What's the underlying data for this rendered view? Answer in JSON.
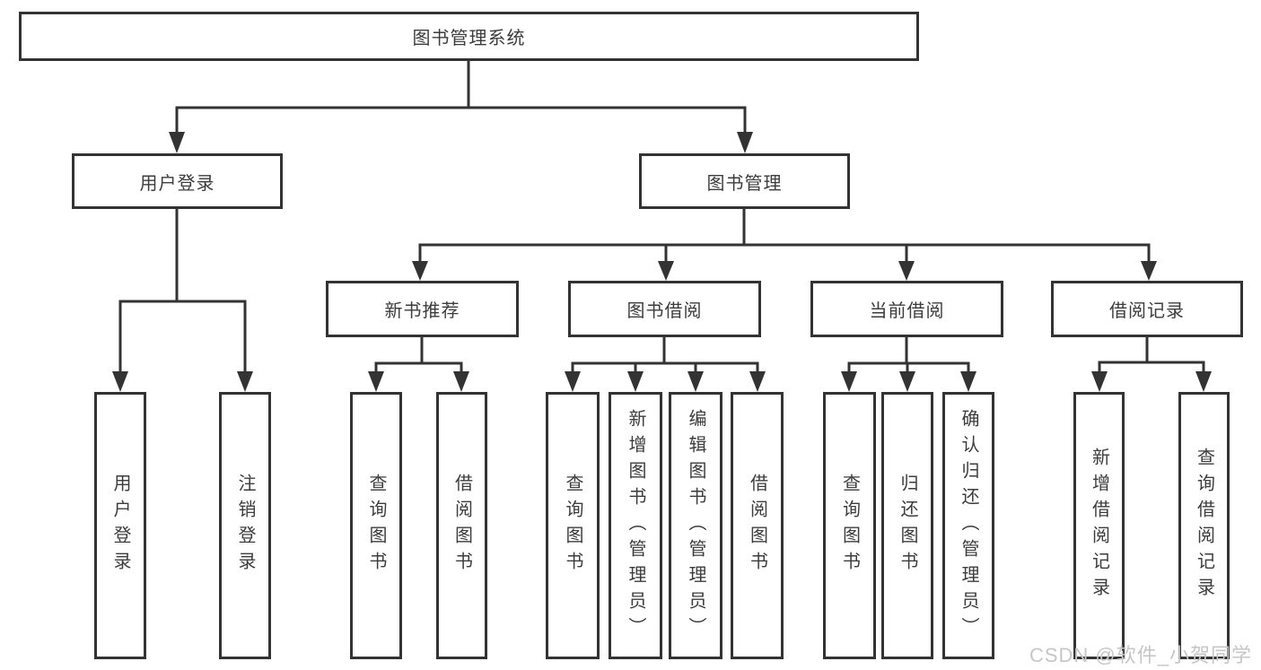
{
  "tree": {
    "root": "图书管理系统",
    "login_branch": {
      "label": "用户登录",
      "children": [
        "用户登录",
        "注销登录"
      ]
    },
    "mgmt_branch": {
      "label": "图书管理",
      "groups": [
        {
          "label": "新书推荐",
          "children": [
            "查询图书",
            "借阅图书"
          ]
        },
        {
          "label": "图书借阅",
          "children": [
            "查询图书",
            "新增图书（管理员）",
            "编辑图书（管理员）",
            "借阅图书"
          ]
        },
        {
          "label": "当前借阅",
          "children": [
            "查询图书",
            "归还图书",
            "确认归还（管理员）"
          ]
        },
        {
          "label": "借阅记录",
          "children": [
            "新增借阅记录",
            "查询借阅记录"
          ]
        }
      ]
    }
  },
  "watermark": {
    "text": "CSDN @软件_小贺同学"
  },
  "colors": {
    "line": "#333333",
    "border": "#333333",
    "text": "#3c3c3c",
    "watermark": "#c6c6c6",
    "background": "#ffffff"
  }
}
